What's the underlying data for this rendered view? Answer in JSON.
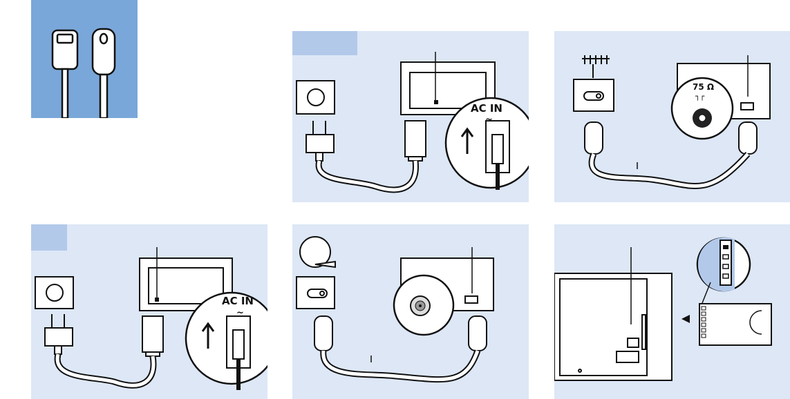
{
  "thumbnail": {
    "bg_color": "#7aa7d9",
    "icon": "cable-connectors-icon"
  },
  "panels": [
    {
      "id": "power-connection-1",
      "port_label": "AC IN",
      "port_symbol": "~"
    },
    {
      "id": "antenna-connection",
      "port_label": "75 Ω",
      "port_symbol": "┐┌"
    },
    {
      "id": "power-connection-2",
      "port_label": "AC IN",
      "port_symbol": "~"
    },
    {
      "id": "satellite-connection"
    },
    {
      "id": "ci-slot"
    }
  ],
  "colors": {
    "panel_bg": "#dde7f6",
    "tab_bg": "#b3c9ea",
    "line": "#111111"
  }
}
